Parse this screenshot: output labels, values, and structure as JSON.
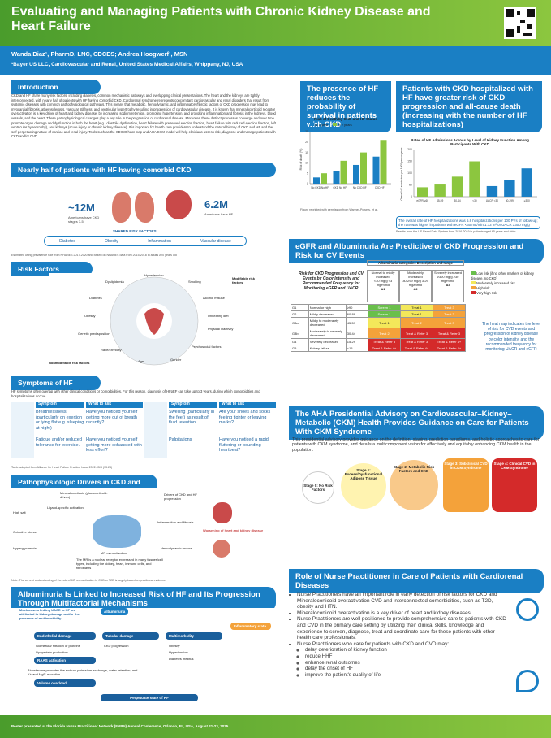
{
  "header": {
    "title": "Evaluating and Managing Patients with Chronic Kidney Disease and Heart Failure",
    "authors": "Wanda Diaz¹, PharmD, LNC, CDCES; Andrea Hoogwerf¹, MSN",
    "affiliation": "¹Bayer US LLC, Cardiovascular and Renal, United States Medical Affairs, Whippany, NJ, USA"
  },
  "intro": {
    "heading": "Introduction",
    "text": "CKD and HF share many risk factors, including diabetes, common mechanistic pathways and overlapping clinical presentations. The heart and the kidneys are tightly interconnected, with nearly half of patients with HF having comorbid CKD. Cardiorenal syndrome represents concomitant cardiovascular and renal disorders that result from systemic diseases with common pathophysiological pathways. This means that metabolic, hemodynamic, and inflammatory/fibrotic factors of CKD progression may lead to myocardial fibrosis, atherosclerosis, vascular stiffness, and ventricular hypertrophy resulting in progression of cardiovascular disease. It is known that mineralocorticoid receptor overactivation is a key driver of heart and kidney disease, by increasing sodium retention, promoting hypertension, and provoking inflammation and fibrosis in the kidneys, blood vessels, and the heart. These pathophysiological changes play a key role in the progression of cardiorenal disease. Moreover, these distinct processes converge and over time promote organ damage and dysfunction in both the heart (e.g., diastolic dysfunction, heart failure with preserved ejection fraction, heart failure with reduced ejection fraction, left ventricular hypertrophy), and kidneys (acute injury or chronic kidney disease). It is important for health care providers to understand the natural history of CKD and HF and the self-perpetuating nature of cardiac and renal injury. Tools such as the KDIGO heat map and AHA CKM model will help clinicians assess risk, diagnose and manage patients with CKD and/or CVD."
  },
  "comorbid": {
    "heading": "Nearly half of patients with HF having comorbid CKD",
    "stat1": "~12M",
    "stat1_label": "Americans have CKD stages 3-5",
    "stat2": "6.2M",
    "stat2_label": "Americans have HF",
    "shared": "SHARED RISK FACTORS",
    "factors": [
      "Diabetes",
      "Obesity",
      "Inflammation",
      "Vascular disease"
    ],
    "note": "Estimated using prevalence rate from NHANES 2017-2020 and based on NHANES data from 2015-2018 in adults ≥20 years old"
  },
  "risk": {
    "heading": "Risk Factors",
    "items": [
      "Hypertension",
      "Dyslipidemia",
      "Smoking",
      "Diabetes",
      "Alcohol misuse",
      "Obesity",
      "Unhealthy diet",
      "Physical inactivity",
      "Genetic predisposition",
      "Race/Ethnicity",
      "Psychosocial factors",
      "Gender",
      "Age"
    ],
    "modifiable": "Modifiable risk factors",
    "nonmodifiable": "Nonmodifiable risk factors"
  },
  "symptoms": {
    "heading": "Symptoms of HF",
    "intro": "HF symptoms often overlap with other clinical conditions or comorbidities. For this reason, diagnosis of HFpEF can take up to 3 years, during which comorbidities and hospitalizations accrue.",
    "col1": "Symptom",
    "col2": "What to ask",
    "rows": [
      {
        "s": "Breathlessness (particularly on exertion or lying flat e.g. sleeping at night)",
        "q": "Have you noticed yourself getting more out of breath recently?",
        "s2": "Swelling (particularly in the feet) as result of fluid retention.",
        "q2": "Are your shoes and socks feeling tighter or leaving marks?"
      },
      {
        "s": "Fatigue and/or reduced tolerance for exercise.",
        "q": "Have you noticed yourself getting more exhausted with less effort?",
        "s2": "Palpitations",
        "q2": "Have you noticed a rapid, fluttering or pounding heartbeat?"
      }
    ],
    "note": "Table adapted from Alliance for Heart Failure Practice Issue 2022-05/8 (13:23)"
  },
  "patho": {
    "heading": "Pathophysiologic Drivers in CKD and HF",
    "labels": [
      "Mineralocorticoid (glucocorticoid-driven)",
      "Ligand-specific activation",
      "Drivers of CKD and HF progression",
      "High salt",
      "Oxidative stress",
      "Hyperglycaemia",
      "MR overactivation",
      "Inflammation and fibrosis",
      "Hemodynamic factors",
      "Worsening of heart and kidney disease"
    ],
    "caption": "The MR is a nuclear receptor expressed in many tissues/cell types, including the kidney, heart, immune cells, and fibroblasts",
    "note": "Note: The current understanding of the role of MR overactivation in CKD or T2D is largely based on preclinical evidence."
  },
  "albumin": {
    "heading": "Albuminuria Is Linked to Increased Risk of HF and Its Progression Through Multifactorial Mechanisms",
    "mech": "Mechanisms linking UACR to HF are attributed to kidney damage and/or the presence of multimorbidity",
    "albuminuria": "Albuminuria",
    "inflam": "Inflammatory state",
    "b1": "Endothelial damage",
    "b2": "Tubular damage",
    "b3": "Multimorbidity",
    "b1_items": [
      "Glomerular filtration of proteins",
      "Lipoprotein production",
      "RAAS activation"
    ],
    "b2_items": [
      "CKD progression"
    ],
    "b3_items": [
      "Obesity",
      "Hypertension",
      "Diabetes mellitus"
    ],
    "raas": "RAAS activation",
    "aldo": "Aldosterone promotes the sodium-potassium exchange, water retention, and K+ and Mg²⁺ excretion",
    "overload": "Volume overload",
    "perp": "Perpetuate state of HF"
  },
  "presence": {
    "heading": "The presence of HF reduces the probability of survival in patients with CKD",
    "chart_title": "Risk of Death by CKD and HF Status",
    "legend1": "At 1 year",
    "legend2": "At 2 years",
    "ylabel": "Risk of death (%)",
    "note": "Figure reprinted with permission from Wanner-Powers, et al."
  },
  "hosp": {
    "heading": "Patients with CKD hospitalized with HF have greater risk of CKD progression and all-cause death (increasing with the number of HF hospitalizations)",
    "chart_title": "Rates of HF Admissions Across by Level of Kidney Function Among Participants With CKD",
    "ylabel": "Overall HF admissions per 1000 person-years",
    "callout": "The overall rate of HF hospitalizations was 5.8 hospitalizations per 100 PYs of follow-up; the rate was higher in patients with eGFR <30 mL/min/1.73 m² or UACR ≥300 mg/g",
    "note": "Results from the US Renal Data System from 2016-2019 in patients aged 65 years and older"
  },
  "egfr": {
    "heading": "eGFR and Albuminuria Are Predictive of CKD Progression and Risk for CV Events",
    "table_title": "Risk for CKD Progression and CV Events by Color Intensity and Recommended Frequency for Monitoring eGFR and UACR",
    "alb_header": "Albuminuria categories Description and range",
    "a_cols": [
      "Normal to mildly increased",
      "Moderately increased",
      "Severely increased"
    ],
    "a_ranges": [
      "<30 mg/g <3 mg/mmol",
      "30-299 mg/g 3-29 mg/mmol",
      "≥300 mg/g ≥30 mg/mmol"
    ],
    "a_codes": [
      "A1",
      "A2",
      "A3"
    ],
    "g_rows": [
      {
        "g": "G1",
        "d": "Normal or high",
        "r": "≥90"
      },
      {
        "g": "G2",
        "d": "Mildly decreased",
        "r": "60-89"
      },
      {
        "g": "G3a",
        "d": "Mildly to moderately decreased",
        "r": "45-59"
      },
      {
        "g": "G3b",
        "d": "Moderately to severely decreased",
        "r": "30-44"
      },
      {
        "g": "G4",
        "d": "Severely decreased",
        "r": "15-29"
      },
      {
        "g": "G5",
        "d": "Kidney failure",
        "r": "<15"
      }
    ],
    "cells": [
      [
        "Screen 1",
        "Treat 1",
        "Treat 3"
      ],
      [
        "Screen 1",
        "Treat 1",
        "Treat 3"
      ],
      [
        "Treat 1",
        "Treat 2",
        "Treat 3"
      ],
      [
        "Treat 2",
        "Treat & Refer 3",
        "Treat & Refer 3"
      ],
      [
        "Treat & Refer 3",
        "Treat & Refer 3",
        "Treat & Refer 4+"
      ],
      [
        "Treat & Refer 4+",
        "Treat & Refer 4+",
        "Treat & Refer 4+"
      ]
    ],
    "legend": [
      "Low risk (if no other markers of kidney disease, no CKD)",
      "Moderately increased risk",
      "High risk",
      "Very high risk"
    ],
    "heatnote": "The heat map indicates the level of risk for CVD events and progression of kidney disease by color intensity, and the recommended frequency for monitoring UACR and eGFR"
  },
  "aha": {
    "heading": "The AHA Presidential Advisory on Cardiovascular–Kidney–Metabolic (CKM) Health Provides Guidance on Care for Patients With CKM Syndrome",
    "text": "This presidential advisory provides guidance on the definition, staging, prediction paradigms, and holistic approaches to care for patients with CKM syndrome, and details a multicomponent vision for effectively and equitably enhancing CKM health in the population.",
    "stages": [
      "Stage 0: No Risk Factors",
      "Stage 1: Excess/Dysfunctional Adipose Tissue",
      "Stage 2: Metabolic Risk Factors and CKD",
      "Stage 3: Subclinical CVD in CKM Syndrome",
      "Stage 4: Clinical CVD in CKM Syndrome"
    ]
  },
  "nurse": {
    "heading": "Role of Nurse Practitioner in Care of Patients with Cardiorenal Diseases",
    "b1": "Nurse Practitioners have an important role in early detection of risk factors for CKD and Mineralocorticoid overactivation CVD and interconnected comorbidities, such as T2D, obesity and HTN.",
    "b2": "Mineralocorticoid overactivation is a key driver of heart and kidney diseases.",
    "b3": "Nurse Practitioners are well positioned to provide comprehensive care to patients with CKD and CVD in the primary care setting by utilizing their clinical skills, knowledge and experience to screen, diagnose, treat and coordinate care for these patients with other health care professionals.",
    "b4": "Nurse Practitioners who care for patients with CKD and CVD may:",
    "sub": [
      "delay deterioration of kidney function",
      "reduce HHF",
      "enhance renal outcomes",
      "delay the onset of HF",
      "improve the patient's quality of life"
    ]
  },
  "footer": {
    "text": "Poster presented at the Florida Nurse Practitioner Network (FNPN) Annual Conference, Orlando, FL, USA, August 21-23, 2025"
  },
  "chart_data": [
    {
      "type": "bar",
      "title": "Risk of Death by CKD and HF Status",
      "categories": [
        "No CKD No HF",
        "CKD No HF",
        "No CKD HF",
        "CKD HF"
      ],
      "series": [
        {
          "name": "At 1 year",
          "values": [
            3,
            6,
            9,
            13
          ]
        },
        {
          "name": "At 2 years",
          "values": [
            5,
            11,
            15,
            21
          ]
        }
      ],
      "ylabel": "Risk of death (%)",
      "ylim": [
        0,
        25
      ]
    },
    {
      "type": "bar",
      "title": "Rates of HF Admissions Across by Level of Kidney Function Among Participants With CKD",
      "categories": [
        "eGFR ≥60",
        "45-59",
        "30-44",
        "<30",
        "UACR <30",
        "30-299",
        "≥300"
      ],
      "values": [
        40,
        55,
        85,
        150,
        45,
        70,
        120
      ],
      "ylabel": "Overall HF admissions per 1000 person-years",
      "ylim": [
        0,
        200
      ],
      "colors": [
        "#8cc63f",
        "#1a7fc4"
      ]
    }
  ]
}
